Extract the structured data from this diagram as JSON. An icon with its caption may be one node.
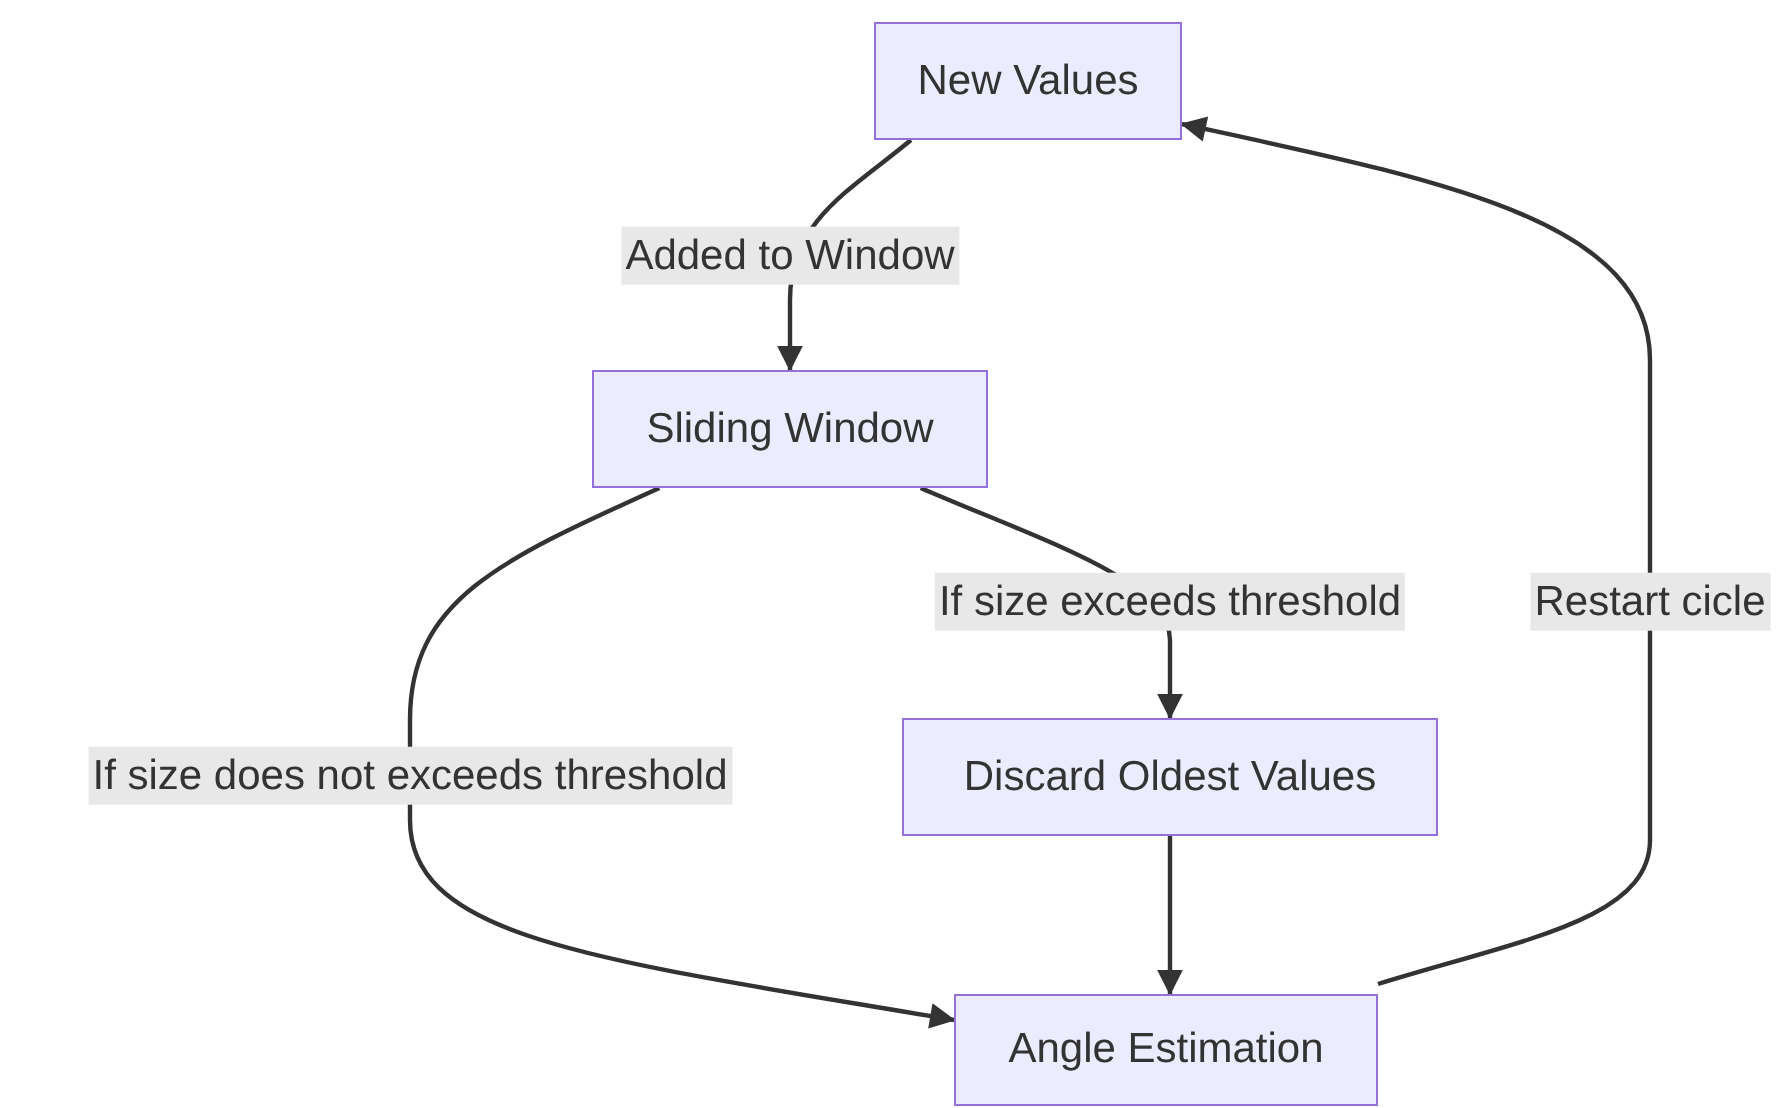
{
  "diagram": {
    "nodes": [
      {
        "text": [
          "New Values"
        ]
      },
      {
        "text": [
          "Sliding Window"
        ]
      },
      {
        "text": [
          "Discard Oldest Values"
        ]
      },
      {
        "text": [
          "Angle Estimation"
        ]
      }
    ],
    "edges": [
      {
        "from": 0,
        "to": 1,
        "arrow": "to",
        "label": "Added to Window"
      },
      {
        "from": 1,
        "to": 2,
        "arrow": "to",
        "label": "If size exceeds threshold"
      },
      {
        "from": 1,
        "to": 3,
        "arrow": "to",
        "label": "If size does not exceeds threshold"
      },
      {
        "from": 2,
        "to": 3,
        "arrow": "to"
      },
      {
        "from": 3,
        "to": 0,
        "arrow": "to",
        "label": "Restart cicle"
      }
    ]
  }
}
